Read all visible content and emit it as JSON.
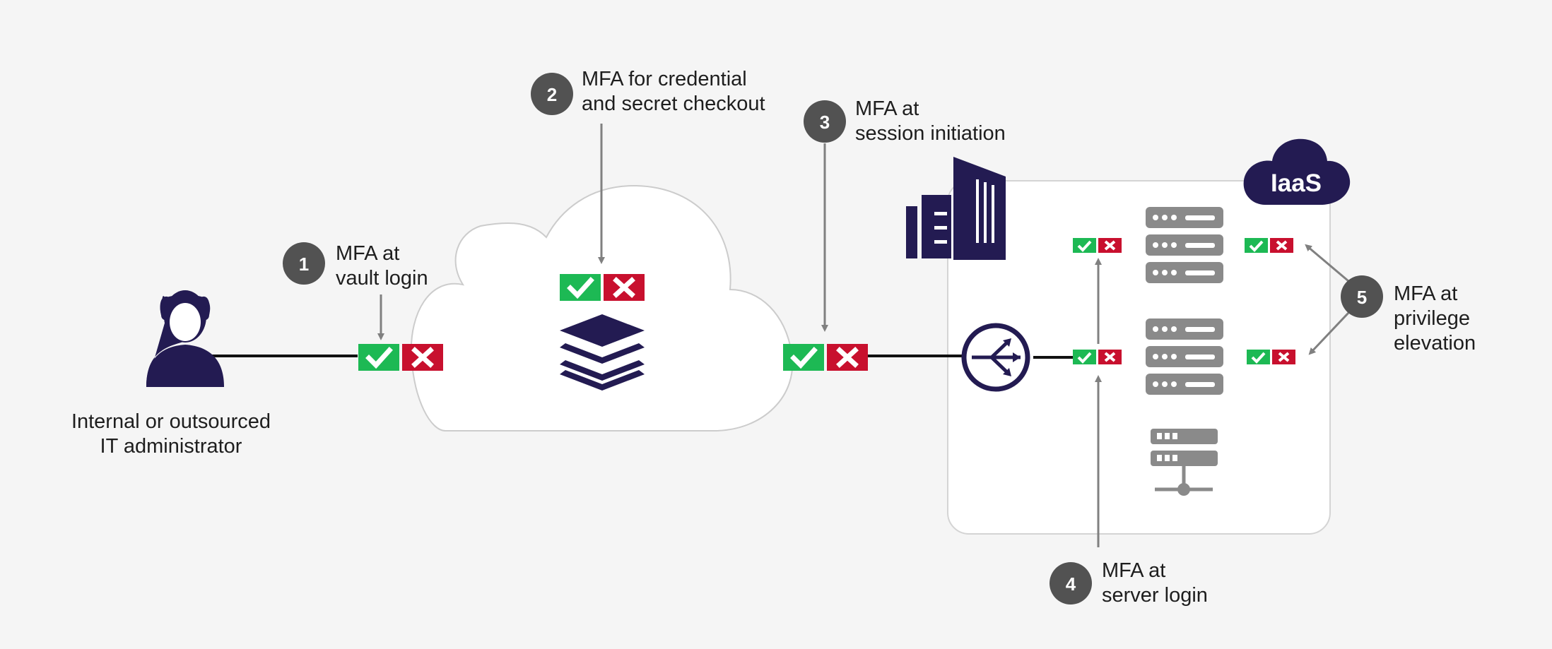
{
  "admin": {
    "line1": "Internal or outsourced",
    "line2": "IT administrator"
  },
  "cloud_provider": {
    "badge": "IaaS"
  },
  "steps": [
    {
      "num": "1",
      "line1": "MFA at",
      "line2": "vault login"
    },
    {
      "num": "2",
      "line1": "MFA for credential",
      "line2": "and secret checkout"
    },
    {
      "num": "3",
      "line1": "MFA at",
      "line2": "session initiation"
    },
    {
      "num": "4",
      "line1": "MFA at",
      "line2": "server login"
    },
    {
      "num": "5",
      "line1": "MFA at",
      "line2": "privilege",
      "line3": "elevation"
    }
  ],
  "colors": {
    "navy": "#231b52",
    "approve_green": "#1db954",
    "deny_red": "#c8102e",
    "step_circle": "#525252",
    "connector_gray": "#808080",
    "server_gray": "#8a8a8a"
  },
  "icons": {
    "admin": "person-icon",
    "vault": "stacked-layers-icon",
    "building": "building-icon",
    "gateway": "network-gateway-icon",
    "approve": "checkmark-icon",
    "deny": "cross-icon",
    "server": "server-rack-icon",
    "network_server": "networked-server-icon",
    "cloud": "cloud-icon"
  }
}
